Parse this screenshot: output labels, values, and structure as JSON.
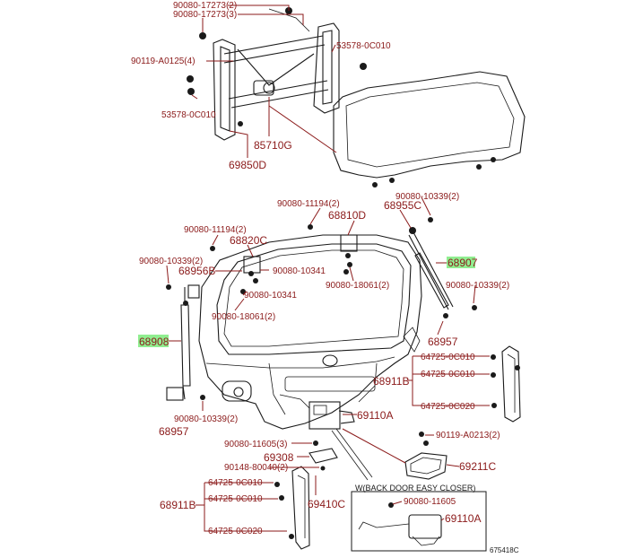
{
  "labels": {
    "l01": "90080-17273(2)",
    "l02": "90080-17273(3)",
    "l03": "53578-0C010",
    "l04": "90119-A0125(4)",
    "l05": "53578-0C010",
    "l06": "85710G",
    "l07": "69850D",
    "l08": "90080-11194(2)",
    "l09": "68810D",
    "l10": "90080-10339(2)",
    "l11": "68955C",
    "l12": "90080-11194(2)",
    "l13": "68820C",
    "l14": "68907",
    "l15": "90080-10339(2)",
    "l16": "68956B",
    "l17": "90080-10341",
    "l18": "90080-18061(2)",
    "l19": "90080-10339(2)",
    "l20": "90080-10341",
    "l21": "90080-18061(2)",
    "l22": "68908",
    "l23": "68957",
    "l24": "64725-0C010",
    "l25": "64725-0C010",
    "l26": "68911B",
    "l27": "64725-0C020",
    "l28": "69110A",
    "l29": "90080-10339(2)",
    "l30": "68957",
    "l31": "90119-A0213(2)",
    "l32": "90080-11605(3)",
    "l33": "69308",
    "l34": "69211C",
    "l35": "90148-80040(2)",
    "l36": "64725-0C010",
    "l37": "64725-0C010",
    "l38": "68911B",
    "l39": "69410C",
    "l40": "64725-0C020"
  },
  "inset": {
    "title": "W(BACK DOOR EASY CLOSER)",
    "part1": "90080-11605",
    "part2": "69110A"
  },
  "figure_number": "675418C",
  "highlight_color": "#90ee90",
  "label_color": "#8b1a1a"
}
